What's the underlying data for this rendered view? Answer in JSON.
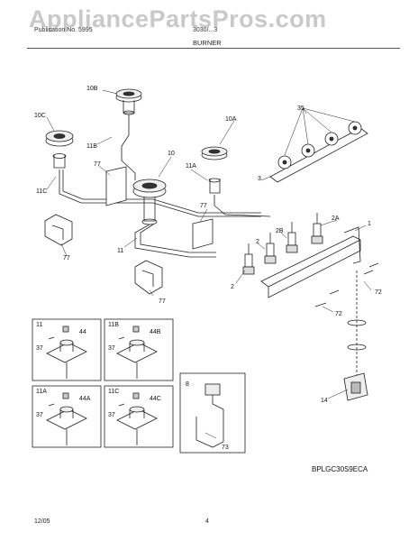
{
  "watermark": {
    "text": "AppliancePartsPros.com"
  },
  "header": {
    "left_text": "Publication No. 5995",
    "right_text": "3030/...3",
    "section": "BURNER"
  },
  "labels": {
    "l10B": "10B",
    "l10C": "10C",
    "l11B": "11B",
    "l10": "10",
    "l10A": "10A",
    "l35": "35",
    "l77a": "77",
    "l11C": "11C",
    "l11A": "11A",
    "l3": "3",
    "l77b": "77",
    "l2A": "2A",
    "l1": "1",
    "l2B": "2B",
    "l2a": "2",
    "l11": "11",
    "l77c": "77",
    "l2b": "2",
    "l77d": "77",
    "l72a": "72",
    "l72b": "72",
    "l14": "14",
    "inset11": "11",
    "inset11_44": "44",
    "inset11_37": "37",
    "inset11B": "11B",
    "inset11B_44B": "44B",
    "inset11B_37": "37",
    "inset11A": "11A",
    "inset11A_44A": "44A",
    "inset11A_37": "37",
    "inset11C": "11C",
    "inset11C_44C": "44C",
    "inset11C_37": "37",
    "inset8": "8",
    "inset73": "73"
  },
  "model_code": "BPLGC30S9ECA",
  "footer": {
    "date": "12/05",
    "page": "4"
  }
}
